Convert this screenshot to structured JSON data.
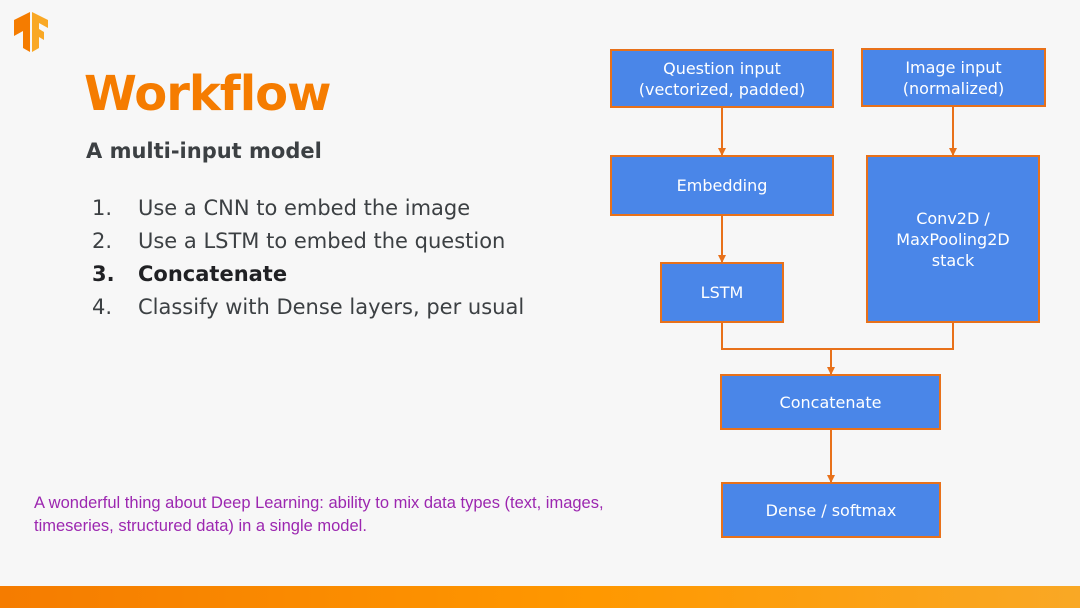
{
  "slide": {
    "title": "Workflow",
    "subtitle": "A multi-input model",
    "steps": [
      {
        "number": "1.",
        "text": "Use a CNN to embed the image",
        "bold": false
      },
      {
        "number": "2.",
        "text": "Use a LSTM to embed the question",
        "bold": false
      },
      {
        "number": "3.",
        "text": "Concatenate",
        "bold": true
      },
      {
        "number": "4.",
        "text": "Classify with Dense layers, per usual",
        "bold": false
      }
    ],
    "note": "A wonderful thing about Deep Learning: ability to mix data types (text, images, timeseries, structured data) in a single model."
  },
  "diagram": {
    "nodes": {
      "question_input": "Question input\n(vectorized, padded)",
      "image_input": "Image input\n(normalized)",
      "embedding": "Embedding",
      "conv_stack": "Conv2D /\nMaxPooling2D\nstack",
      "lstm": "LSTM",
      "concatenate": "Concatenate",
      "dense": "Dense / softmax"
    }
  },
  "colors": {
    "title": "#f57c00",
    "box_fill": "#4a86e8",
    "box_border": "#e8711a",
    "connector": "#e8711a",
    "note": "#9c27b0",
    "logo": "#f57c00"
  },
  "icons": {
    "logo": "tensorflow-logo"
  }
}
